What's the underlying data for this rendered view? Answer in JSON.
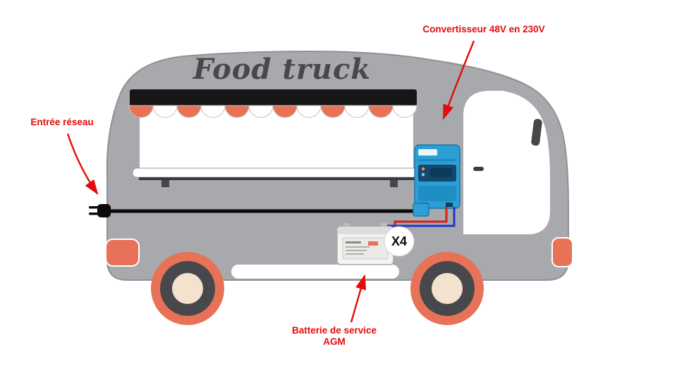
{
  "diagram": {
    "truck_name": "Food truck",
    "battery_count_badge": "X4"
  },
  "annotations": {
    "converter_label": "Convertisseur 48V en 230V",
    "network_input_label": "Entrée réseau",
    "battery_label_line1": "Batterie de service",
    "battery_label_line2": "AGM"
  },
  "colors": {
    "annotation_red": "#e30b0b",
    "truck_body_gray": "#a7a9ac",
    "accent_orange": "#e87258",
    "awning_dark": "#161616",
    "converter_blue": "#2b9fd6",
    "wire_red": "#d42015",
    "wire_blue": "#2233cc",
    "wheel_ring_dark": "#47484b",
    "wheel_hub_cream": "#f4e1ce",
    "cable_black": "#0a0a0a"
  }
}
